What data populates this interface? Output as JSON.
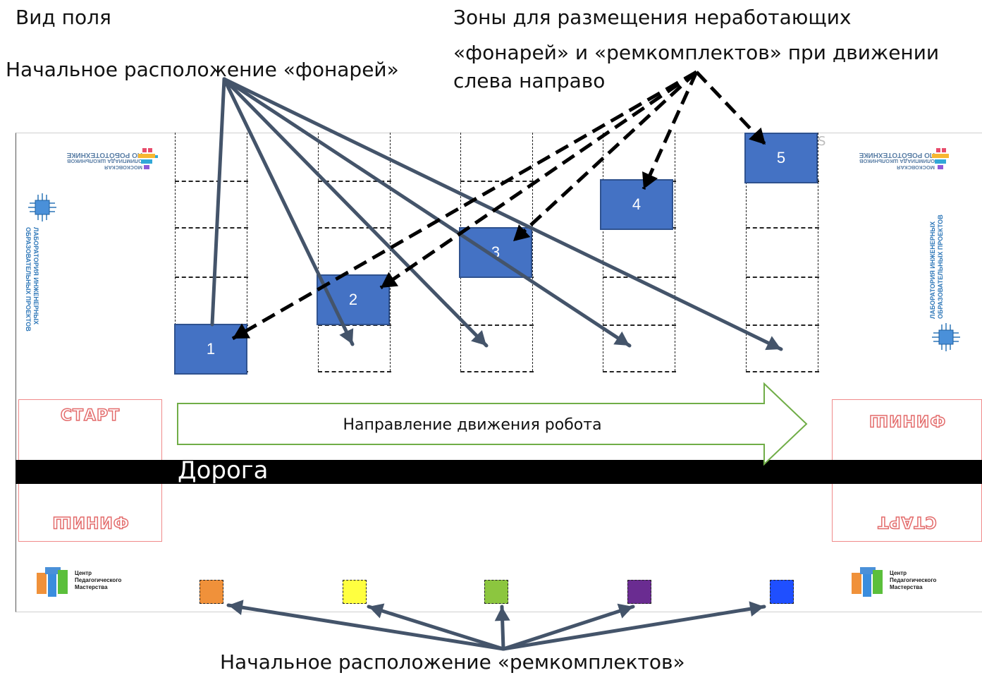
{
  "title": "Вид поля",
  "labels": {
    "lanterns_start": "Начальное расположение «фонарей»",
    "zones_line1": "Зоны для размещения неработающих",
    "zones_line2": "«фонарей» и «ремкомплектов» при движении",
    "zones_line3": "слева направо",
    "kits_start": "Начальное расположение «ремкомплектов»",
    "direction": "Направление движения робота",
    "road": "Дорога",
    "start": "СТАРТ",
    "finish": "ФИНИШ",
    "stray_s": "S"
  },
  "lanterns": [
    "1",
    "2",
    "3",
    "4",
    "5"
  ],
  "repair_kits": [
    {
      "color": "#f0913a"
    },
    {
      "color": "#ffff40"
    },
    {
      "color": "#8cc63f"
    },
    {
      "color": "#6a2c91"
    },
    {
      "color": "#1f4fff"
    }
  ],
  "logos": {
    "olympiad": [
      "МОСКОВСКАЯ",
      "ОЛИМПИАДА ШКОЛЬНИКОВ",
      "ПО РОБОТОТЕХНИКЕ"
    ],
    "lab": [
      "ЛАБОРАТОРИЯ ИНЖЕНЕРНЫХ",
      "ОБРАЗОВАТЕЛЬНЫХ ПРОЕКТОВ"
    ],
    "center": [
      "Центр",
      "Педагогического",
      "Мастерства"
    ]
  },
  "colors": {
    "lantern_fill": "#4472c4",
    "arrow": "#44546a",
    "zone_text": "#e36c6c",
    "direction_arrow": "#70ad47"
  }
}
